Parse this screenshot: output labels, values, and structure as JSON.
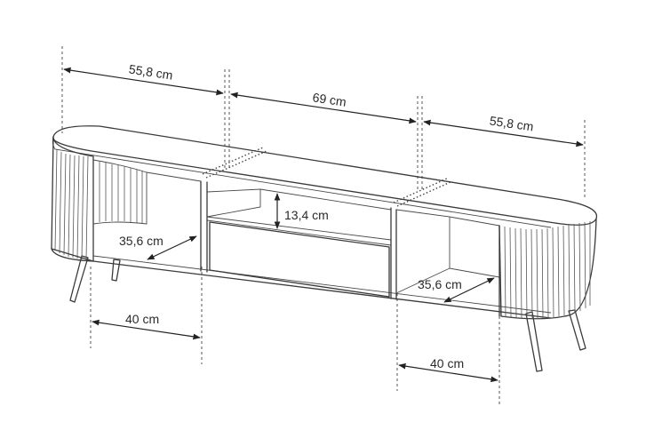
{
  "dimensions": {
    "side_width": "55,8 cm",
    "center_width": "69 cm",
    "side_width_right": "55,8 cm",
    "drawer_height": "13,4 cm",
    "depth_left": "35,6 cm",
    "depth_right": "35,6 cm",
    "compartment_left": "40 cm",
    "compartment_right": "40 cm"
  },
  "colors": {
    "line": "#3a3a3a",
    "background": "#ffffff"
  }
}
